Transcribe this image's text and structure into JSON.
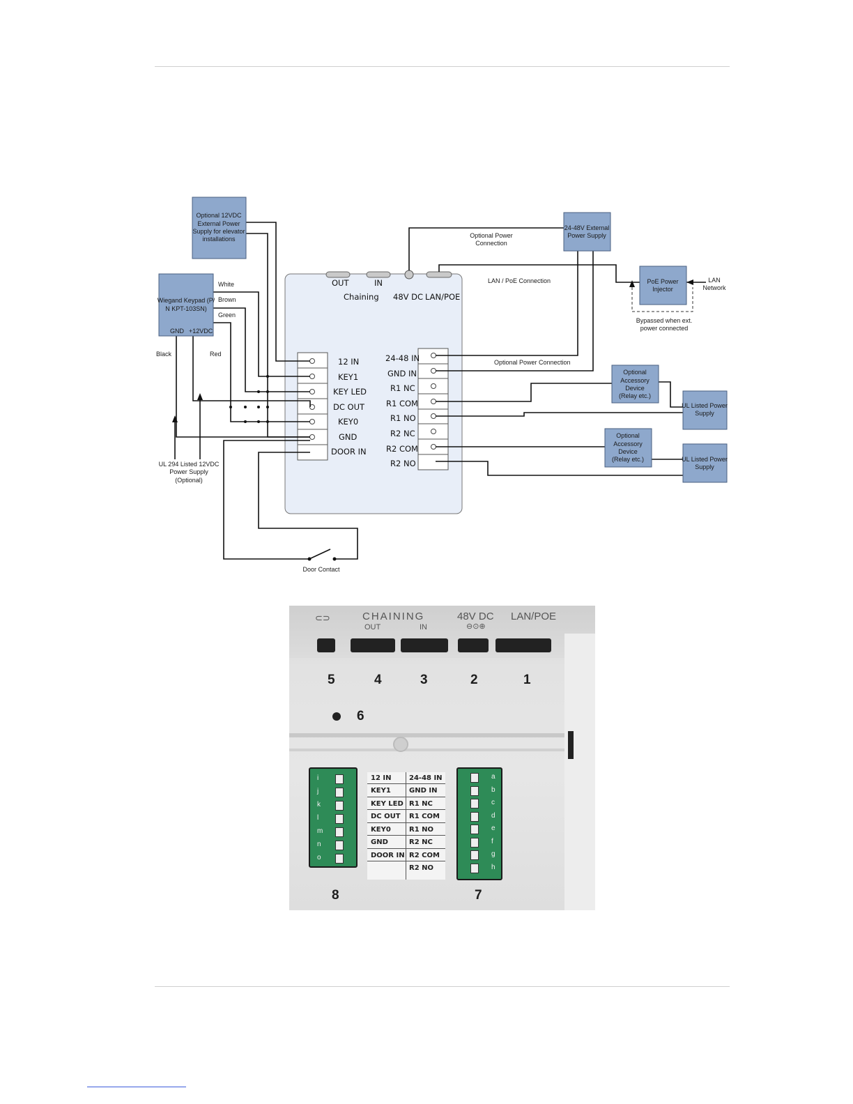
{
  "diagram": {
    "boxes": {
      "ext12": "Optional 12VDC External Power Supply for elevator installations",
      "ext12_lines": [
        "Optional 12VDC",
        "External Power",
        "Supply for elevator",
        "installations"
      ],
      "keypad_lines": [
        "Wiegand Keypad (P/",
        "N KPT-103SN)"
      ],
      "keypad_gnd": "GND",
      "keypad_12v": "+12VDC",
      "ext48_lines": [
        "24-48V External",
        "Power Supply"
      ],
      "poe_lines": [
        "PoE Power",
        "Injector"
      ],
      "acc1_lines": [
        "Optional",
        "Accessory",
        "Device",
        "(Relay etc.)"
      ],
      "acc2_lines": [
        "Optional",
        "Accessory",
        "Device",
        "(Relay etc.)"
      ],
      "ul1_lines": [
        "UL Listed Power",
        "Supply"
      ],
      "ul2_lines": [
        "UL Listed Power",
        "Supply"
      ]
    },
    "wires": {
      "white": "White",
      "brown": "Brown",
      "green": "Green",
      "black": "Black",
      "red": "Red"
    },
    "notes": {
      "opt_power_lines": [
        "Optional Power",
        "Connection"
      ],
      "lan_poe": "LAN / PoE Connection",
      "lan_network_lines": [
        "LAN",
        "Network"
      ],
      "bypass_lines": [
        "Bypassed when ext.",
        "power connected"
      ],
      "opt_power2": "Optional Power Connection",
      "ul294_lines": [
        "UL 294 Listed 12VDC",
        "Power Supply",
        "(Optional)"
      ],
      "door_contact": "Door Contact"
    },
    "panel": {
      "out": "OUT",
      "in": "IN",
      "chaining": "Chaining",
      "dc48": "48V DC",
      "lanpoe": "LAN/POE"
    },
    "left_terminals": [
      "12 IN",
      "KEY1",
      "KEY LED",
      "DC OUT",
      "KEY0",
      "GND",
      "DOOR IN"
    ],
    "right_terminals": [
      "24-48 IN",
      "GND IN",
      "R1 NC",
      "R1 COM",
      "R1 NO",
      "R2 NC",
      "R2 COM",
      "R2 NO"
    ]
  },
  "photo": {
    "chaining": "CHAINING",
    "out": "OUT",
    "in": "IN",
    "dc48": "48V DC",
    "lanpoe": "LAN/POE",
    "numbers": [
      "5",
      "4",
      "3",
      "2",
      "1",
      "6",
      "8",
      "7"
    ],
    "left_letters": [
      "i",
      "j",
      "k",
      "l",
      "m",
      "n",
      "o"
    ],
    "right_letters": [
      "a",
      "b",
      "c",
      "d",
      "e",
      "f",
      "g",
      "h"
    ],
    "left_labels": [
      "12 IN",
      "KEY1",
      "KEY LED",
      "DC OUT",
      "KEY0",
      "GND",
      "DOOR IN"
    ],
    "right_labels": [
      "24-48 IN",
      "GND IN",
      "R1 NC",
      "R1 COM",
      "R1 NO",
      "R2 NC",
      "R2 COM",
      "R2 NO"
    ]
  }
}
